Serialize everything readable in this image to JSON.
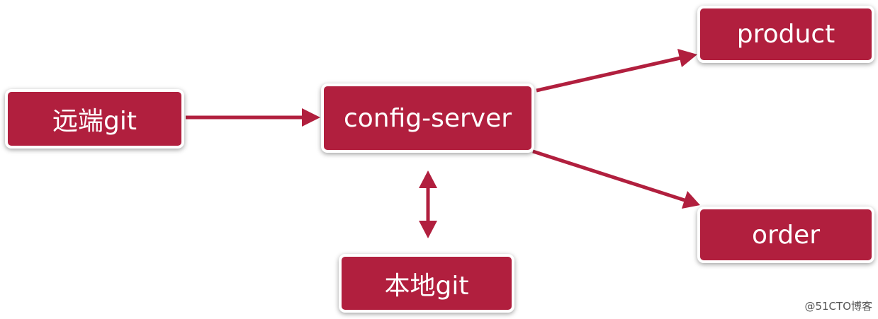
{
  "colors": {
    "node_fill": "#b11f3e",
    "node_border": "#ffffff",
    "edge": "#b11f3e"
  },
  "nodes": {
    "remote_git": "远端git",
    "config_server": "config-server",
    "local_git": "本地git",
    "product": "product",
    "order": "order"
  },
  "edges": [
    {
      "from": "remote_git",
      "to": "config_server",
      "direction": "forward"
    },
    {
      "from": "config_server",
      "to": "product",
      "direction": "forward"
    },
    {
      "from": "config_server",
      "to": "order",
      "direction": "forward"
    },
    {
      "from": "config_server",
      "to": "local_git",
      "direction": "bidirectional"
    }
  ],
  "watermark": "@51CTO博客"
}
